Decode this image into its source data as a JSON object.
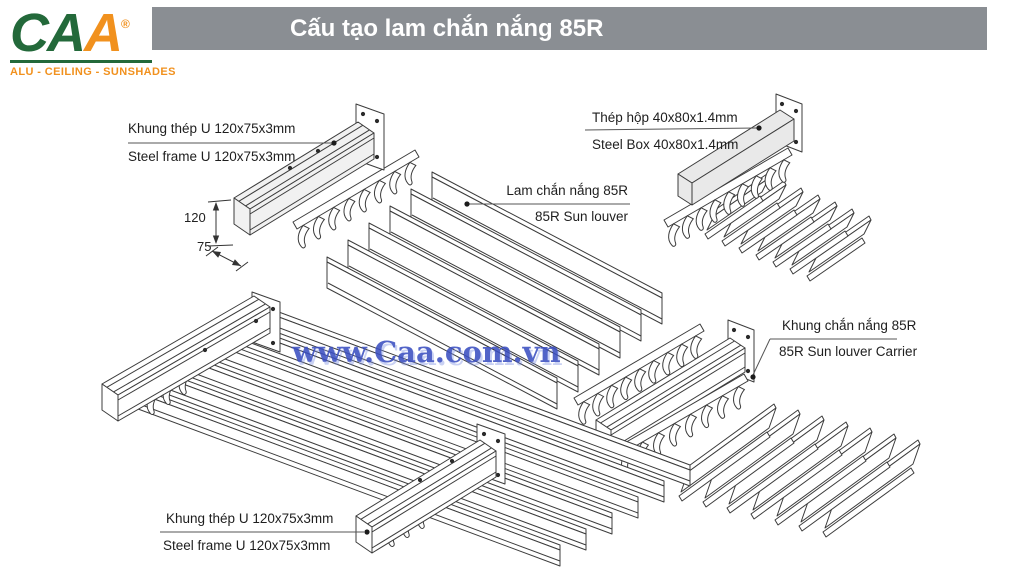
{
  "logo": {
    "text_green": "CA",
    "text_orange": "A",
    "registered": "®",
    "tagline": "ALU - CEILING - SUNSHADES"
  },
  "header": {
    "title": "Cấu tạo lam chắn nắng 85R"
  },
  "watermark": {
    "text": "www.Caa.com.vn"
  },
  "labels": {
    "steel_frame_top": {
      "vi": "Khung thép U 120x75x3mm",
      "en": "Steel frame U 120x75x3mm"
    },
    "steel_box": {
      "vi": "Thép hộp 40x80x1.4mm",
      "en": "Steel Box 40x80x1.4mm"
    },
    "sun_louver": {
      "vi": "Lam chắn nắng 85R",
      "en": "85R Sun louver"
    },
    "louver_carrier": {
      "vi": "Khung chắn nắng 85R",
      "en": "85R Sun louver Carrier"
    },
    "steel_frame_bottom": {
      "vi": "Khung thép U 120x75x3mm",
      "en": "Steel frame U 120x75x3mm"
    }
  },
  "dimensions": {
    "frame_height": "120",
    "frame_width": "75"
  },
  "colors": {
    "header_bg": "#8a8e93",
    "title_text": "#ffffff",
    "logo_green": "#23693a",
    "logo_orange": "#f1911e",
    "watermark_blue": "#3b4fc1",
    "line": "#3c3c3c"
  }
}
